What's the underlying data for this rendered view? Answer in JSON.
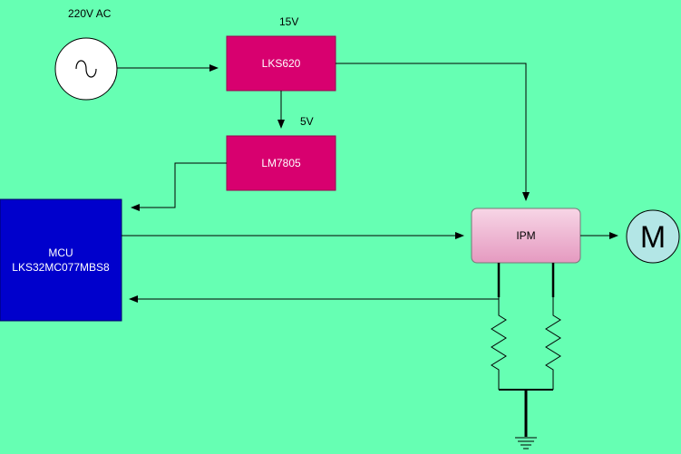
{
  "labels": {
    "ac_source": "220V  AC",
    "v15": "15V",
    "v5": "5V"
  },
  "blocks": {
    "lks620": "LKS620",
    "lm7805": "LM7805",
    "mcu_line1": "MCU",
    "mcu_line2": "LKS32MC077MBS8",
    "ipm": "IPM",
    "motor": "M"
  },
  "colors": {
    "background": "#66ffb3",
    "regulator_fill": "#d8006f",
    "mcu_fill": "#0000cc",
    "ipm_fill": "#f0b3d0",
    "motor_fill": "#b3e6e6",
    "wire": "#000000"
  },
  "icons": {
    "source": "ac-sine-icon",
    "ground": "ground-icon",
    "resistor": "resistor-icon"
  }
}
